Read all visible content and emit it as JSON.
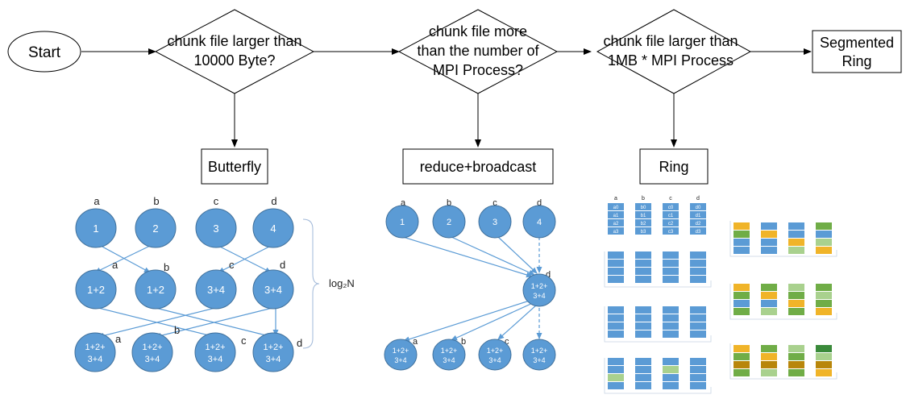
{
  "flow": {
    "start": "Start",
    "decision1": [
      "chunk file larger than",
      "10000 Byte?"
    ],
    "decision2": [
      "chunk file more",
      "than the number of",
      "MPI Process?"
    ],
    "decision3": [
      "chunk file larger than",
      "1MB * MPI Process"
    ],
    "segmented_ring": [
      "Segmented",
      "Ring"
    ],
    "butterfly": "Butterfly",
    "reduce_broadcast": "reduce+broadcast",
    "ring": "Ring"
  },
  "butterfly": {
    "top_labels": [
      "a",
      "b",
      "c",
      "d"
    ],
    "row1": [
      "1",
      "2",
      "3",
      "4"
    ],
    "row2": [
      "1+2",
      "1+2",
      "3+4",
      "3+4"
    ],
    "row2_labels": [
      "a",
      "b",
      "c",
      "d"
    ],
    "row3": [
      [
        "1+2+",
        "3+4"
      ],
      [
        "1+2+",
        "3+4"
      ],
      [
        "1+2+",
        "3+4"
      ],
      [
        "1+2+",
        "3+4"
      ]
    ],
    "row3_labels": [
      "a",
      "b",
      "c",
      "d"
    ],
    "brace_label": "log₂N"
  },
  "reduce": {
    "top_labels": [
      "a",
      "b",
      "c",
      "d"
    ],
    "row1": [
      "1",
      "2",
      "3",
      "4"
    ],
    "center": [
      "1+2+",
      "3+4"
    ],
    "center_label": "d",
    "row3": [
      [
        "1+2+",
        "3+4"
      ],
      [
        "1+2+",
        "3+4"
      ],
      [
        "1+2+",
        "3+4"
      ],
      [
        "1+2+",
        "3+4"
      ]
    ],
    "row3_labels": [
      "a",
      "b",
      "c"
    ]
  },
  "ring_panel": {
    "col_labels": [
      "a",
      "b",
      "c",
      "d"
    ],
    "step1": [
      [
        "a0",
        "a1",
        "a2",
        "a3"
      ],
      [
        "b0",
        "b1",
        "b2",
        "b3"
      ],
      [
        "c0",
        "c1",
        "c2",
        "c3"
      ],
      [
        "d0",
        "d1",
        "d2",
        "d3"
      ]
    ]
  },
  "colors": {
    "node_fill": "#5b9bd5",
    "node_stroke": "#41719c",
    "arrow": "#5b9bd5",
    "cell_blue": "#5b9bd5",
    "cell_orange": "#f0b429",
    "cell_green": "#70ad47",
    "cell_lightgreen": "#a9d18e",
    "cell_darkgreen": "#3a8a3a",
    "cell_brown": "#b8860b"
  }
}
